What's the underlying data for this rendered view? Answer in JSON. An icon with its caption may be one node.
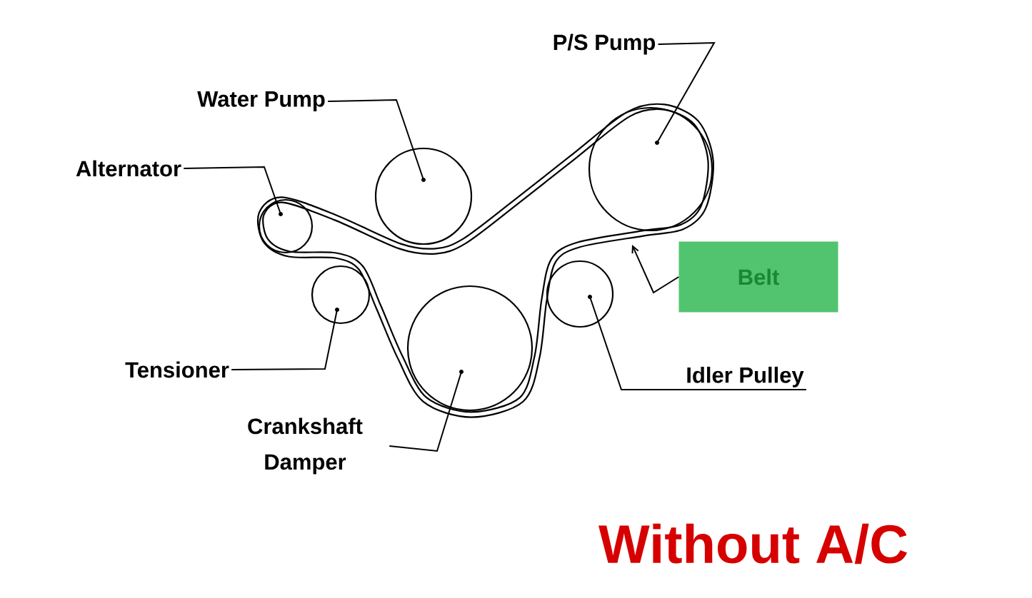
{
  "diagram": {
    "title": "Without A/C",
    "nodes": [
      {
        "text": [
          "P/S Pump"
        ]
      },
      {
        "text": [
          "Water Pump"
        ]
      },
      {
        "text": [
          "Alternator"
        ]
      },
      {
        "text": [
          "Belt"
        ]
      },
      {
        "text": [
          "Tensioner"
        ]
      },
      {
        "text": [
          "Idler Pulley"
        ]
      },
      {
        "text": [
          "Crankshaft Damper"
        ]
      },
      {
        "text": [],
        "shape": "circle"
      },
      {
        "text": [],
        "shape": "circle"
      },
      {
        "text": [],
        "shape": "circle"
      },
      {
        "text": [],
        "shape": "circle"
      },
      {
        "text": [],
        "shape": "circle"
      },
      {
        "text": [],
        "shape": "circle"
      }
    ],
    "edges": [
      {
        "from": 0,
        "to": 12,
        "arrow": "none"
      },
      {
        "from": 1,
        "to": 9,
        "arrow": "none"
      },
      {
        "from": 2,
        "to": 7,
        "arrow": "none"
      },
      {
        "from": 3,
        "to": null,
        "arrow": "to"
      },
      {
        "from": 4,
        "to": 8,
        "arrow": "none"
      },
      {
        "from": 5,
        "to": 11,
        "arrow": "none"
      },
      {
        "from": 6,
        "to": 10,
        "arrow": "none"
      }
    ]
  }
}
